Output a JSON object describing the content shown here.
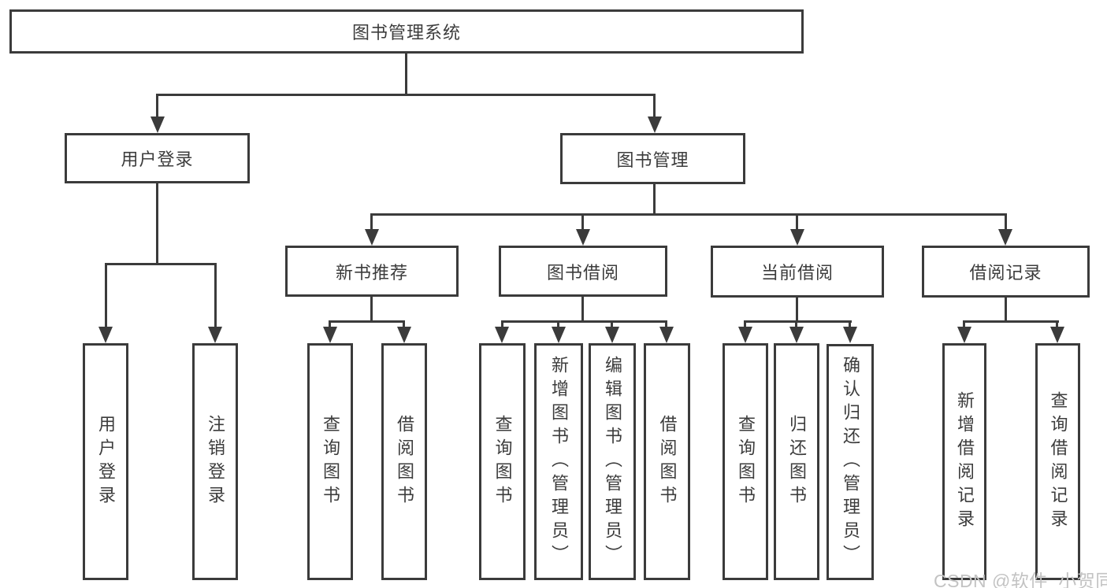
{
  "diagram": {
    "root": {
      "label": "图书管理系统"
    },
    "level2": [
      {
        "label": "用户登录"
      },
      {
        "label": "图书管理"
      }
    ],
    "level3": [
      {
        "label": "新书推荐"
      },
      {
        "label": "图书借阅"
      },
      {
        "label": "当前借阅"
      },
      {
        "label": "借阅记录"
      }
    ],
    "leaves": {
      "user_login": [
        "用户登录",
        "注销登录"
      ],
      "new_book_recommend": [
        "查询图书",
        "借阅图书"
      ],
      "book_borrow": [
        "查询图书",
        "新增图书（管理员）",
        "编辑图书（管理员）",
        "借阅图书"
      ],
      "current_borrow": [
        "查询图书",
        "归还图书",
        "确认归还（管理员）"
      ],
      "borrow_records": [
        "新增借阅记录",
        "查询借阅记录"
      ]
    }
  },
  "watermark": {
    "text": "CSDN @软件_小贺同学"
  },
  "colors": {
    "line": "#3b3b3b",
    "text": "#3c3c3c",
    "background": "#ffffff",
    "watermark": "#c3c3c3"
  }
}
